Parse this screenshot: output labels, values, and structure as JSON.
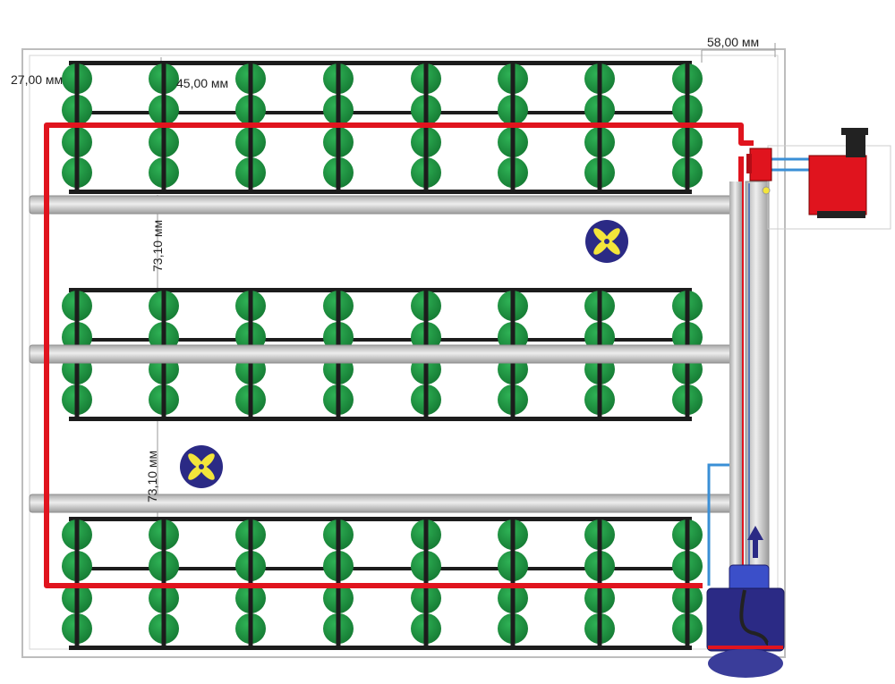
{
  "dimensions": {
    "left_margin": "27,00 мм",
    "plant_spacing": "45,00 мм",
    "right_margin": "58,00 мм",
    "row_gap_top": "73,10 мм",
    "row_gap_bottom": "73,10 мм"
  },
  "layout": {
    "plant_groups": 3,
    "pots_per_rail": 8,
    "plants_per_pot_column": 4,
    "fans": 2
  },
  "colors": {
    "frame": "#c8c8c8",
    "rail": "#1c1c1c",
    "plant": "#1e8e3e",
    "plant_highlight": "#2fb356",
    "drip_line": "#e0141e",
    "air_pipe": "#bdbdbd",
    "air_pipe_highlight": "#e9e9e9",
    "water_line": "#3a8fd6",
    "fan_body": "#2b2a85",
    "fan_blade": "#f3e53a",
    "pump_body": "#2b2a85",
    "pump_top": "#3b4fc9",
    "heater": "#e0141e"
  },
  "icons": {
    "fan": "fan-icon",
    "pump": "pump-icon",
    "flow_arrow": "arrow-up-icon",
    "heater": "heater-icon"
  }
}
